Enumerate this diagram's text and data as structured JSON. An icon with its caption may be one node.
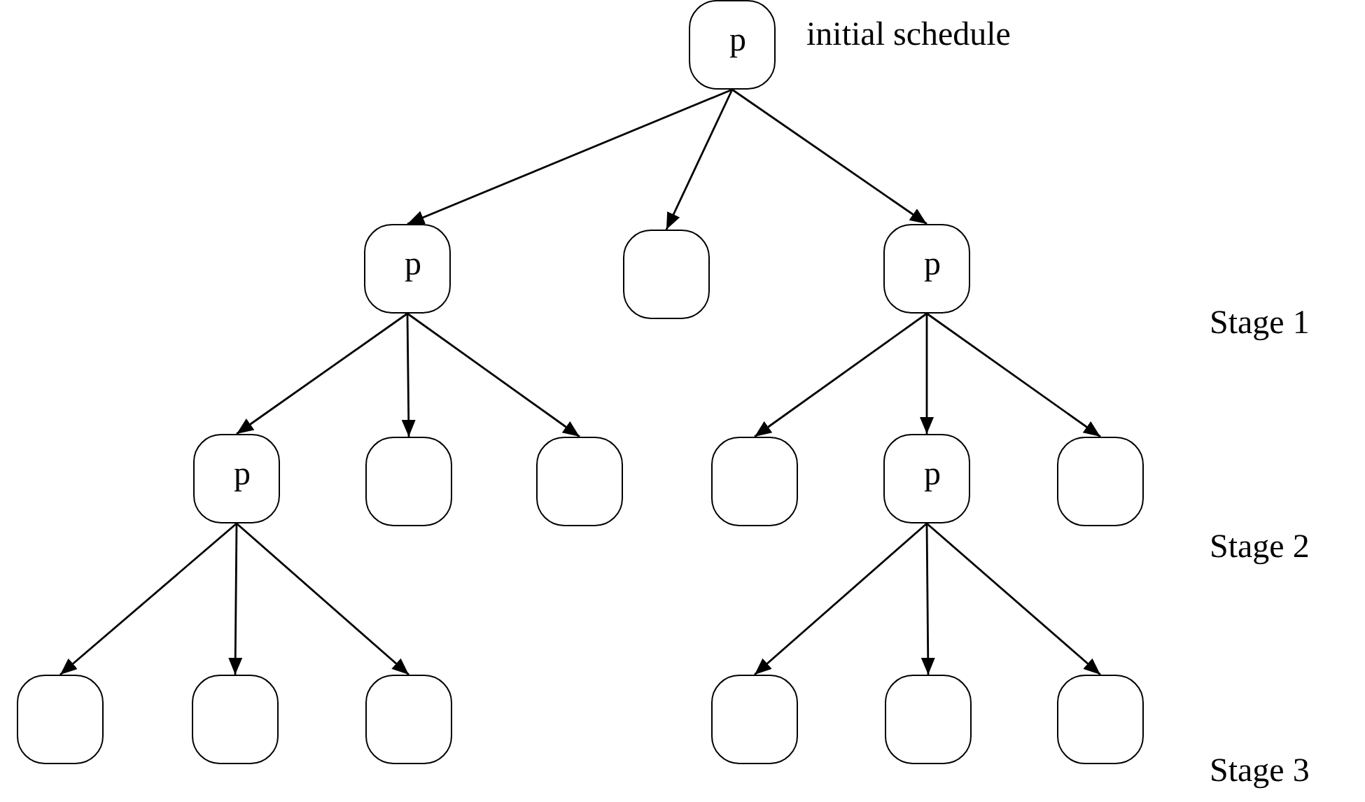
{
  "diagram": {
    "nodes": [
      {
        "text": [
          "p"
        ],
        "beside": [
          "initial schedule"
        ]
      },
      {
        "text": [
          "p"
        ]
      },
      {
        "text": [],
        "shape": "box"
      },
      {
        "text": [
          "p"
        ]
      },
      {
        "text": [
          "p"
        ]
      },
      {
        "text": [],
        "shape": "box"
      },
      {
        "text": [],
        "shape": "box"
      },
      {
        "text": [],
        "shape": "box"
      },
      {
        "text": [
          "p"
        ]
      },
      {
        "text": [],
        "shape": "box"
      },
      {
        "text": [],
        "shape": "box"
      },
      {
        "text": [],
        "shape": "box"
      },
      {
        "text": [],
        "shape": "box"
      },
      {
        "text": [],
        "shape": "box"
      },
      {
        "text": [],
        "shape": "box"
      },
      {
        "text": [],
        "shape": "box"
      }
    ],
    "edges": [
      {
        "from": 0,
        "to": 1,
        "arrow": "to"
      },
      {
        "from": 0,
        "to": 2,
        "arrow": "to"
      },
      {
        "from": 0,
        "to": 3,
        "arrow": "to"
      },
      {
        "from": 1,
        "to": 4,
        "arrow": "to"
      },
      {
        "from": 1,
        "to": 5,
        "arrow": "to"
      },
      {
        "from": 1,
        "to": 6,
        "arrow": "to"
      },
      {
        "from": 3,
        "to": 7,
        "arrow": "to"
      },
      {
        "from": 3,
        "to": 8,
        "arrow": "to"
      },
      {
        "from": 3,
        "to": 9,
        "arrow": "to"
      },
      {
        "from": 4,
        "to": 10,
        "arrow": "to"
      },
      {
        "from": 4,
        "to": 11,
        "arrow": "to"
      },
      {
        "from": 4,
        "to": 12,
        "arrow": "to"
      },
      {
        "from": 8,
        "to": 13,
        "arrow": "to"
      },
      {
        "from": 8,
        "to": 14,
        "arrow": "to"
      },
      {
        "from": 8,
        "to": 15,
        "arrow": "to"
      }
    ],
    "labels": [
      "Stage 1",
      "Stage 2",
      "Stage 3"
    ]
  }
}
